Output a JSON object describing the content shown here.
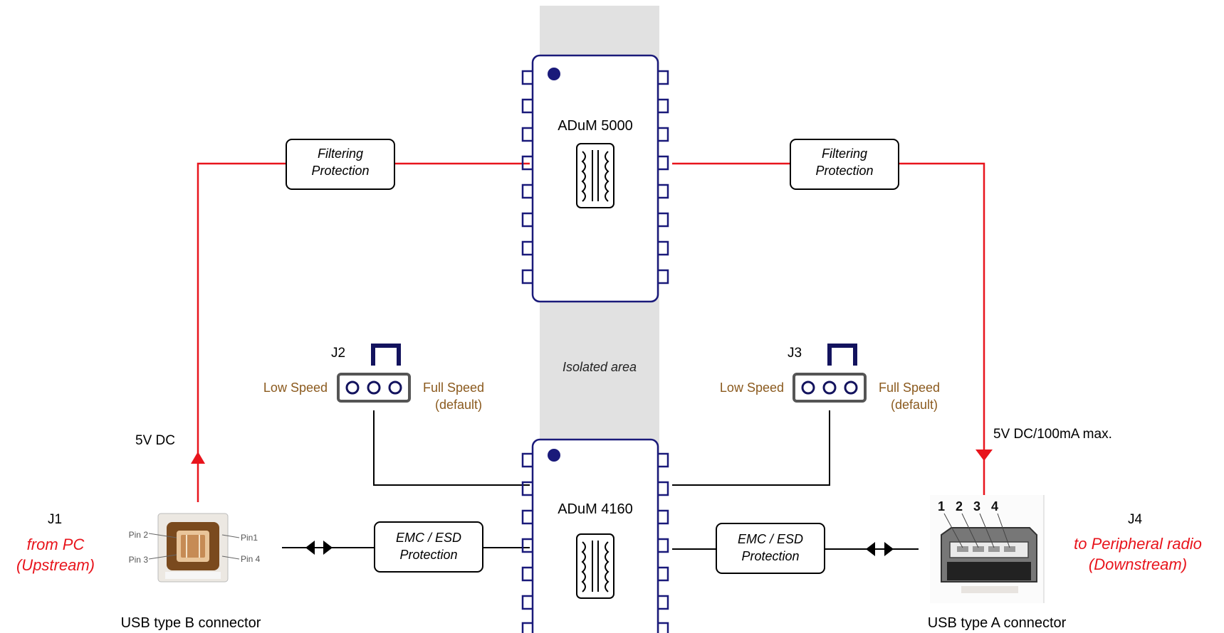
{
  "colors": {
    "signal_line": "#e8141c",
    "wire": "#000000",
    "chip_outline": "#1a1a7a",
    "isolated_band": "#e1e1e1",
    "jumper_text": "#8b5a1e",
    "direction_text": "#e8141c",
    "jumper_cap": "#13135e"
  },
  "isolated_area": {
    "label": "Isolated area"
  },
  "chips": {
    "top": {
      "label": "ADuM 5000",
      "icon": "transformer-icon"
    },
    "bottom": {
      "label": "ADuM 4160",
      "icon": "transformer-icon"
    }
  },
  "blocks": {
    "filter_left": {
      "line1": "Filtering",
      "line2": "Protection"
    },
    "filter_right": {
      "line1": "Filtering",
      "line2": "Protection"
    },
    "emc_left": {
      "line1": "EMC / ESD",
      "line2": "Protection"
    },
    "emc_right": {
      "line1": "EMC / ESD",
      "line2": "Protection"
    }
  },
  "jumpers": {
    "j2": {
      "id": "J2",
      "low": "Low Speed",
      "full": "Full Speed",
      "default": "(default)"
    },
    "j3": {
      "id": "J3",
      "low": "Low Speed",
      "full": "Full Speed",
      "default": "(default)"
    }
  },
  "connectors": {
    "j1": {
      "id": "J1",
      "direction_line1": "from PC",
      "direction_line2": "(Upstream)",
      "caption": "USB type B connector",
      "power": "5V DC",
      "pins": [
        "Pin 2",
        "Pin1",
        "Pin 3",
        "Pin 4"
      ]
    },
    "j4": {
      "id": "J4",
      "direction_line1": "to Peripheral radio",
      "direction_line2": "(Downstream)",
      "caption": "USB type A connector",
      "power": "5V DC/100mA max.",
      "pins": [
        "1",
        "2",
        "3",
        "4"
      ]
    }
  }
}
